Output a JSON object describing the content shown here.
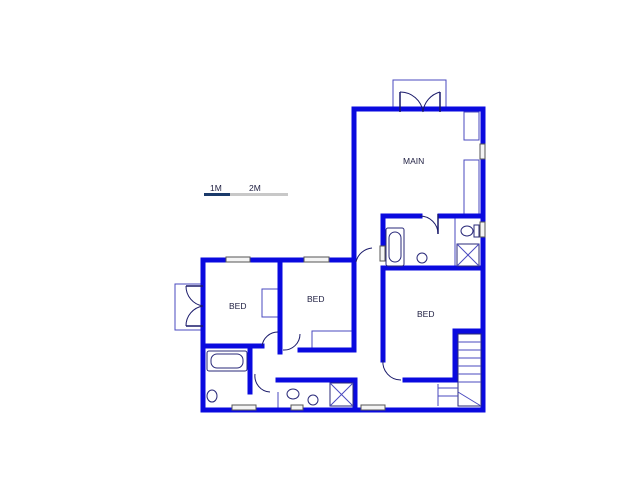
{
  "rooms": {
    "main": "MAIN",
    "bed_left": "BED",
    "bed_center": "BED",
    "bed_right": "BED"
  },
  "scale_bar": {
    "label_1": "1M",
    "label_2": "2M"
  },
  "colors": {
    "wall": "#0a0adf",
    "scale_dark": "#1a3a6a",
    "scale_light": "#c8c8c8"
  }
}
